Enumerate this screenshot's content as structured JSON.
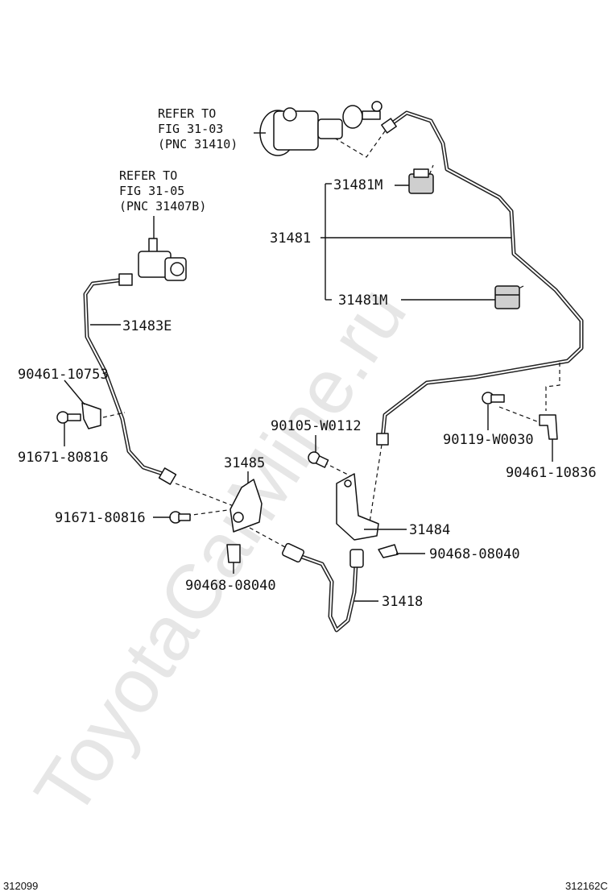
{
  "watermark": "ToyotaCarMine.ru",
  "references": {
    "fig_31_03": {
      "line1": "REFER TO",
      "line2": "FIG 31-03",
      "line3": "(PNC 31410)"
    },
    "fig_31_05": {
      "line1": "REFER TO",
      "line2": "FIG 31-05",
      "line3": "(PNC 31407B)"
    }
  },
  "labels": {
    "p31481M_top": "31481M",
    "p31481": "31481",
    "p31481M_bottom": "31481M",
    "p31483E": "31483E",
    "p90461_10753": "90461-10753",
    "p91671_80816_left": "91671-80816",
    "p90105_W0112": "90105-W0112",
    "p90119_W0030": "90119-W0030",
    "p90461_10836": "90461-10836",
    "p31485": "31485",
    "p91671_80816_mid": "91671-80816",
    "p31484": "31484",
    "p90468_08040_right": "90468-08040",
    "p90468_08040_left": "90468-08040",
    "p31418": "31418"
  },
  "footer": {
    "left_code": "312099",
    "right_code": "312162C"
  }
}
